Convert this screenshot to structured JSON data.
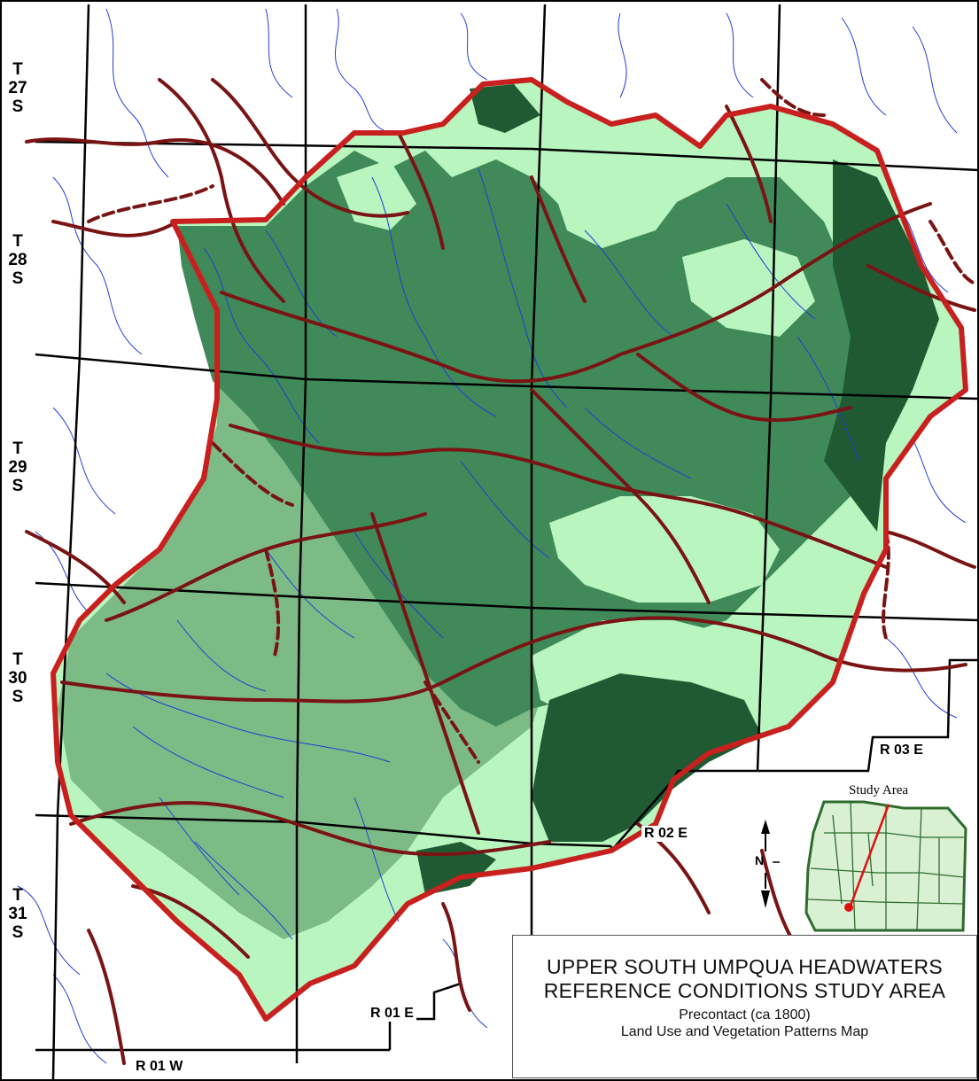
{
  "map": {
    "title_line1": "UPPER SOUTH UMPQUA HEADWATERS",
    "title_line2": "REFERENCE CONDITIONS STUDY AREA",
    "subtitle_line1": "Precontact (ca 1800)",
    "subtitle_line2": "Land Use and Vegetation Patterns Map"
  },
  "townships": [
    {
      "t": "T",
      "num": "27",
      "s": "S"
    },
    {
      "t": "T",
      "num": "28",
      "s": "S"
    },
    {
      "t": "T",
      "num": "29",
      "s": "S"
    },
    {
      "t": "T",
      "num": "30",
      "s": "S"
    },
    {
      "t": "T",
      "num": "31",
      "s": "S"
    }
  ],
  "ranges": {
    "r01w": "R 01 W",
    "r01e": "R 01 E",
    "r02e": "R 02 E",
    "r03e": "R 03 E"
  },
  "inset": {
    "label": "Study Area"
  },
  "north_arrow": {
    "letter": "N"
  },
  "colors": {
    "boundary": "#c8201e",
    "trails": "#7a1414",
    "streams": "#1f3fd6",
    "grid": "#000000",
    "veg_light": "#b8f5bf",
    "veg_medium": "#7cba86",
    "veg_dark": "#3f8a58",
    "veg_darkest": "#1f5a33",
    "inset_fill": "#d9f0d3",
    "inset_outline": "#2f6b2f"
  }
}
